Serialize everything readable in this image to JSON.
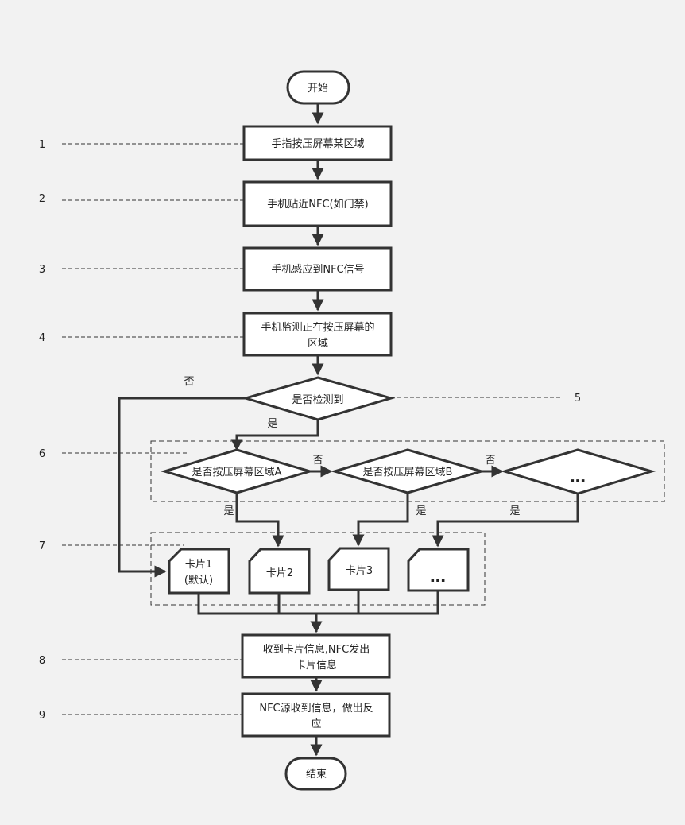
{
  "nodes": {
    "start": "开始",
    "step1": "手指按压屏幕某区域",
    "step2": "手机贴近NFC(如门禁)",
    "step3": "手机感应到NFC信号",
    "step4_line1": "手机监测正在按压屏幕的",
    "step4_line2": "区域",
    "decision_detect": "是否检测到",
    "decision_area_a": "是否按压屏幕区域A",
    "decision_area_b": "是否按压屏幕区域B",
    "decision_more": "…",
    "card1_line1": "卡片1",
    "card1_line2": "(默认)",
    "card2": "卡片2",
    "card3": "卡片3",
    "card_more": "…",
    "step8_line1": "收到卡片信息,NFC发出",
    "step8_line2": "卡片信息",
    "step9_line1": "NFC源收到信息，做出反",
    "step9_line2": "应",
    "end": "结束"
  },
  "branch_labels": {
    "detect_no": "否",
    "detect_yes": "是",
    "a_no": "否",
    "b_no": "否",
    "a_yes": "是",
    "b_yes": "是",
    "more_yes": "是"
  },
  "step_numbers": [
    "1",
    "2",
    "3",
    "4",
    "5",
    "6",
    "7",
    "8",
    "9"
  ]
}
